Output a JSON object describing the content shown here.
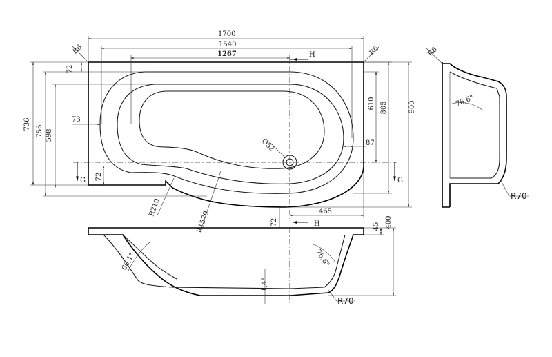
{
  "plan": {
    "width_overall": "1700",
    "width_inner": "1540",
    "width_basin": "1267",
    "height_overall": "900",
    "height_736": "736",
    "height_756": "756",
    "height_598": "598",
    "height_610": "610",
    "height_805": "805",
    "dim_72_top": "72",
    "dim_72_left": "72",
    "dim_72_bottom": "72",
    "dim_73": "73",
    "dim_87": "87",
    "dim_465": "465",
    "radius_r6_left": "R6",
    "radius_r6_right": "R6",
    "drain_diameter": "Ø52",
    "radius_r210": "R210",
    "radius_r1579": "R1579",
    "section_h_top": "H",
    "section_h_bottom": "H",
    "section_g_left": "G",
    "section_g_right": "G"
  },
  "side_section": {
    "radius_r6": "R6",
    "angle": "76,6°",
    "radius_r70": "R70"
  },
  "front_section": {
    "dim_45": "45",
    "dim_400": "400",
    "angle_left": "60,1°",
    "angle_bottom": "1,4°",
    "angle_right": "76,6°",
    "radius_r70": "R70"
  }
}
